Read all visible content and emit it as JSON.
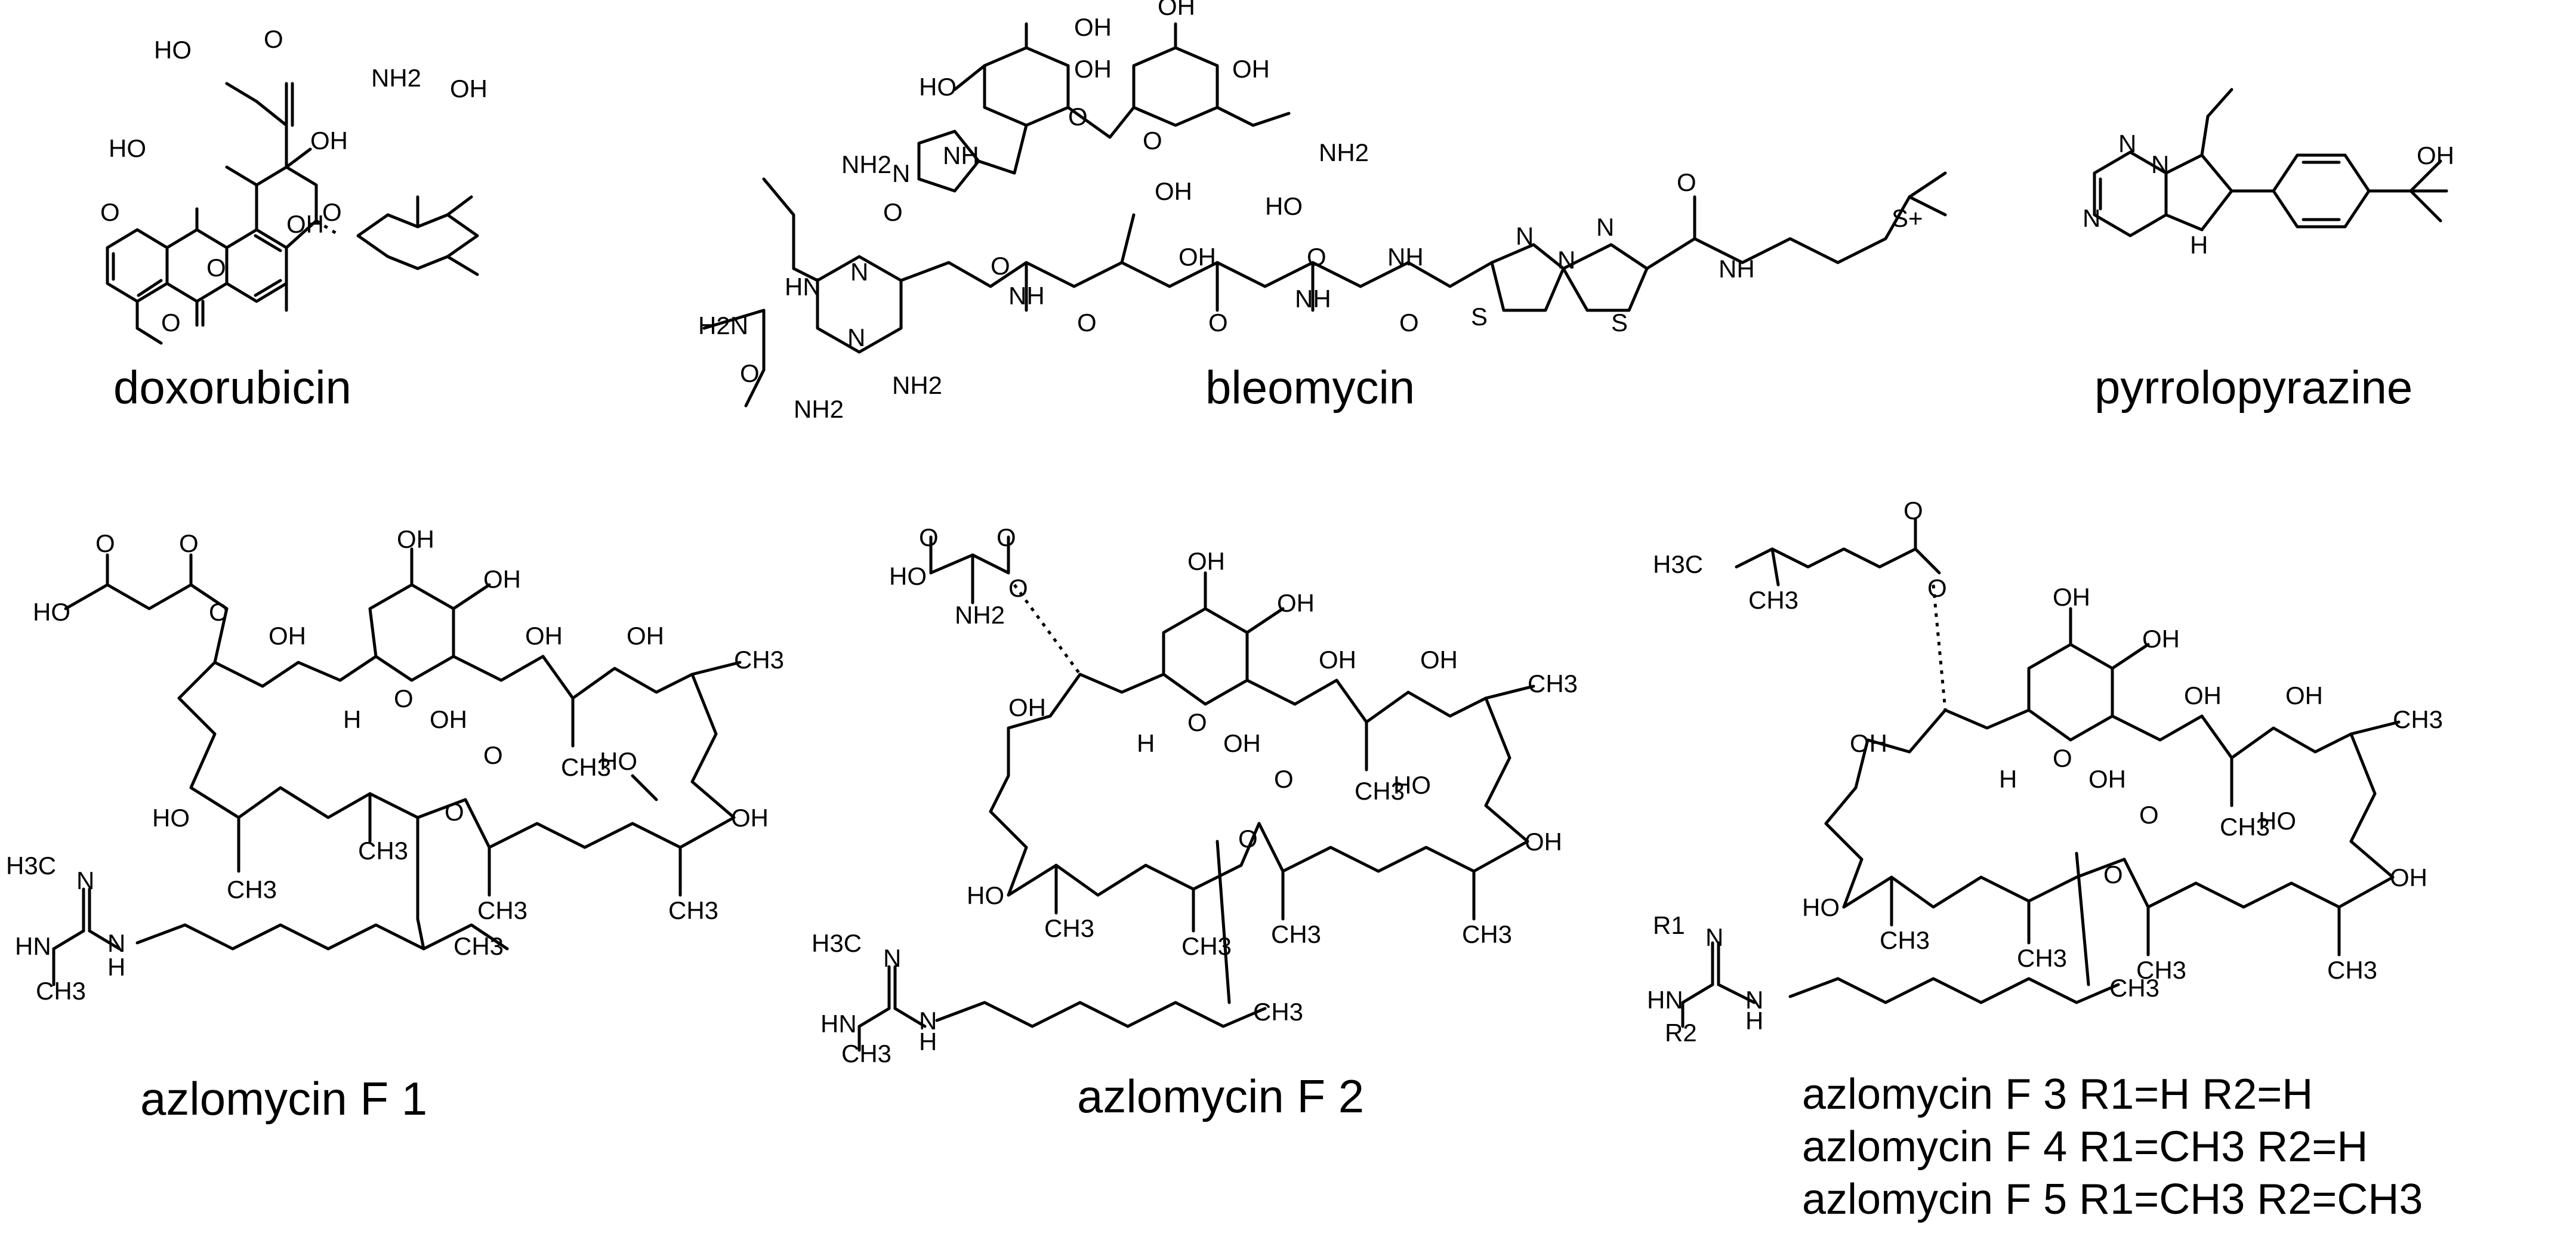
{
  "compounds": [
    {
      "name": "doxorubicin",
      "atoms": [
        "HO",
        "O",
        "OH",
        "NH2",
        "OH",
        "HO",
        "O",
        "O",
        "OH",
        "O",
        "O"
      ]
    },
    {
      "name": "bleomycin",
      "atoms": [
        "OH",
        "OH",
        "HO",
        "OH",
        "OH",
        "O",
        "O",
        "NH2",
        "NH",
        "N",
        "NH2",
        "O",
        "HN",
        "N",
        "N",
        "O",
        "NH",
        "OH",
        "O",
        "HO",
        "NH",
        "N",
        "O",
        "NH",
        "N",
        "S",
        "N",
        "S",
        "O",
        "NH",
        "S+",
        "H2N",
        "O",
        "NH2",
        "NH2",
        "O",
        "OH",
        "O"
      ]
    },
    {
      "name": "pyrrolopyrazine",
      "atoms": [
        "N",
        "N",
        "N",
        "H",
        "OH"
      ]
    },
    {
      "name": "azlomycin F 1",
      "atoms": [
        "O",
        "O",
        "HO",
        "O",
        "OH",
        "OH",
        "OH",
        "OH",
        "OH",
        "CH3",
        "H",
        "O",
        "OH",
        "CH3",
        "HO",
        "O",
        "HO",
        "CH3",
        "CH3",
        "O",
        "CH3",
        "CH3",
        "OH",
        "H3C",
        "N",
        "HN",
        "N",
        "H",
        "CH3",
        "CH3"
      ]
    },
    {
      "name": "azlomycin F 2",
      "atoms": [
        "O",
        "O",
        "HO",
        "NH2",
        "O",
        "OH",
        "OH",
        "OH",
        "OH",
        "OH",
        "CH3",
        "H",
        "O",
        "OH",
        "CH3",
        "HO",
        "O",
        "HO",
        "CH3",
        "CH3",
        "O",
        "CH3",
        "CH3",
        "OH",
        "H3C",
        "N",
        "HN",
        "N",
        "H",
        "CH3",
        "CH3"
      ]
    },
    {
      "name": "",
      "atoms": [
        "H3C",
        "CH3",
        "O",
        "O",
        "OH",
        "OH",
        "OH",
        "OH",
        "OH",
        "CH3",
        "H",
        "O",
        "OH",
        "CH3",
        "HO",
        "O",
        "HO",
        "CH3",
        "CH3",
        "O",
        "CH3",
        "CH3",
        "OH",
        "R1",
        "N",
        "HN",
        "N",
        "H",
        "R2",
        "CH3"
      ],
      "variants": [
        "azlomycin F 3  R1=H  R2=H",
        "azlomycin F 4  R1=CH3   R2=H",
        "azlomycin F 5  R1=CH3    R2=CH3"
      ]
    }
  ]
}
